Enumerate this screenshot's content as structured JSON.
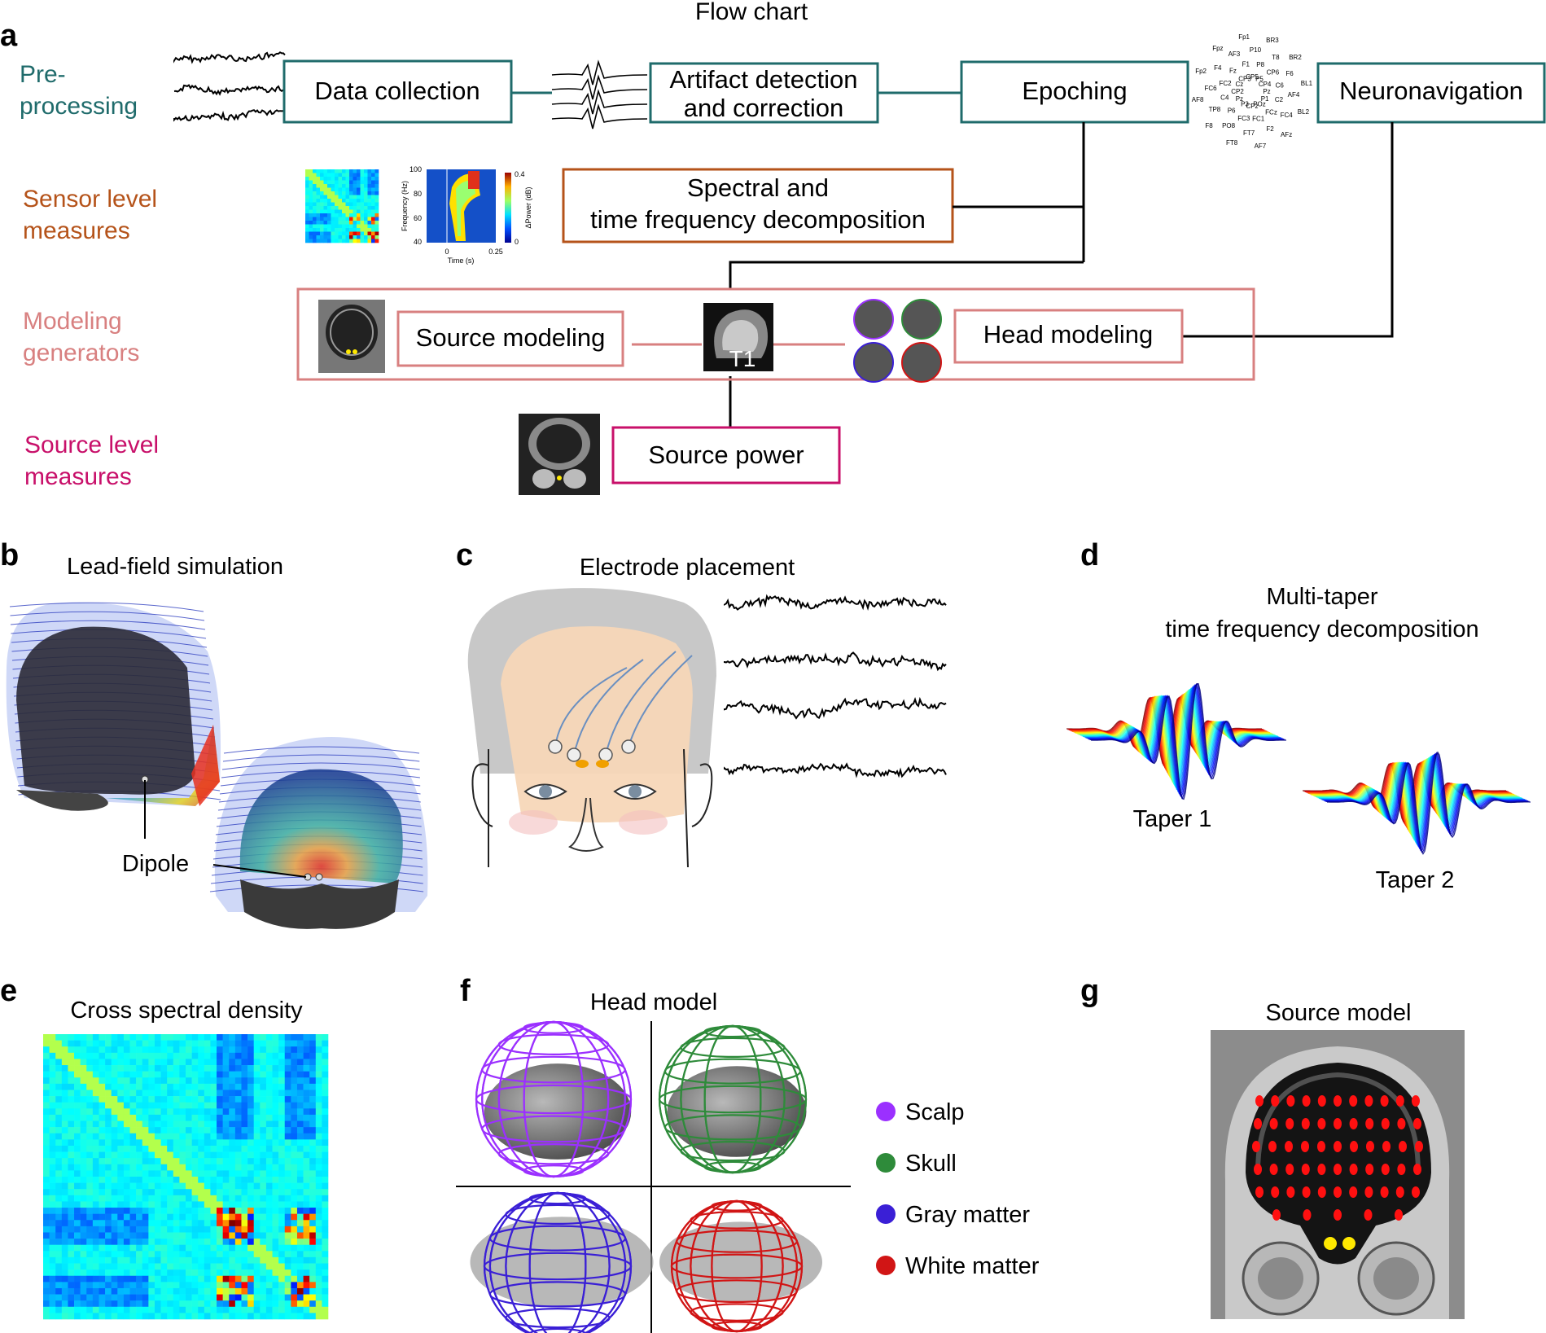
{
  "flowchart": {
    "title": "Flow chart",
    "panel": "a",
    "colors": {
      "preprocessing": "#1f6b6b",
      "sensor": "#b5531a",
      "modeling": "#d88080",
      "source": "#c8106a",
      "line": "#000000"
    },
    "rows": {
      "preprocessing": [
        "Pre-",
        "processing"
      ],
      "sensor": [
        "Sensor level",
        "measures"
      ],
      "modeling": [
        "Modeling",
        "generators"
      ],
      "source": [
        "Source level",
        "measures"
      ]
    },
    "boxes": {
      "data_collection": "Data collection",
      "artifact": [
        "Artifact detection",
        "and correction"
      ],
      "epoching": "Epoching",
      "neuronavigation": "Neuronavigation",
      "spectral": [
        "Spectral and",
        "time frequency decomposition"
      ],
      "source_modeling": "Source modeling",
      "head_modeling": "Head modeling",
      "source_power": "Source power"
    },
    "t1_label": "T1",
    "tf_inset": {
      "ylabel": "Frequency (Hz)",
      "yticks": [
        "100",
        "80",
        "60",
        "40"
      ],
      "xlabel": "Time (s)",
      "xticks": [
        "0",
        "0.25"
      ],
      "cbar_label": "ΔPower (dB)",
      "cbar_ticks": [
        "0.4",
        "0"
      ]
    },
    "electrodes": [
      "Pz",
      "P1",
      "POz",
      "CPz",
      "P3",
      "Pz",
      "CP2",
      "Cz",
      "CP3",
      "CP5",
      "P5",
      "CP4",
      "C2",
      "FCz",
      "FC1",
      "FC3",
      "P6",
      "C4",
      "FC2",
      "Fz",
      "F1",
      "P8",
      "CP6",
      "C6",
      "FC4",
      "F2",
      "FT7",
      "PO8",
      "TP8",
      "FC6",
      "F4",
      "AF3",
      "P10",
      "T8",
      "F6",
      "AF4",
      "AFz",
      "AF7",
      "FT8",
      "F8",
      "AF8",
      "Fp2",
      "Fpz",
      "Fp1",
      "BR3",
      "BR2",
      "BL1",
      "BL2"
    ]
  },
  "panel_b": {
    "letter": "b",
    "title": "Lead-field simulation",
    "annotation": "Dipole"
  },
  "panel_c": {
    "letter": "c",
    "title": "Electrode placement"
  },
  "panel_d": {
    "letter": "d",
    "title": [
      "Multi-taper",
      "time frequency decomposition"
    ],
    "tapers": [
      "Taper 1",
      "Taper 2"
    ]
  },
  "panel_e": {
    "letter": "e",
    "title": "Cross spectral density"
  },
  "panel_f": {
    "letter": "f",
    "title": "Head model",
    "legend": [
      {
        "label": "Scalp",
        "color": "#9b30ff"
      },
      {
        "label": "Skull",
        "color": "#2e8b3a"
      },
      {
        "label": "Gray matter",
        "color": "#3a1fd6"
      },
      {
        "label": "White matter",
        "color": "#d11515"
      }
    ]
  },
  "panel_g": {
    "letter": "g",
    "title": "Source model"
  }
}
